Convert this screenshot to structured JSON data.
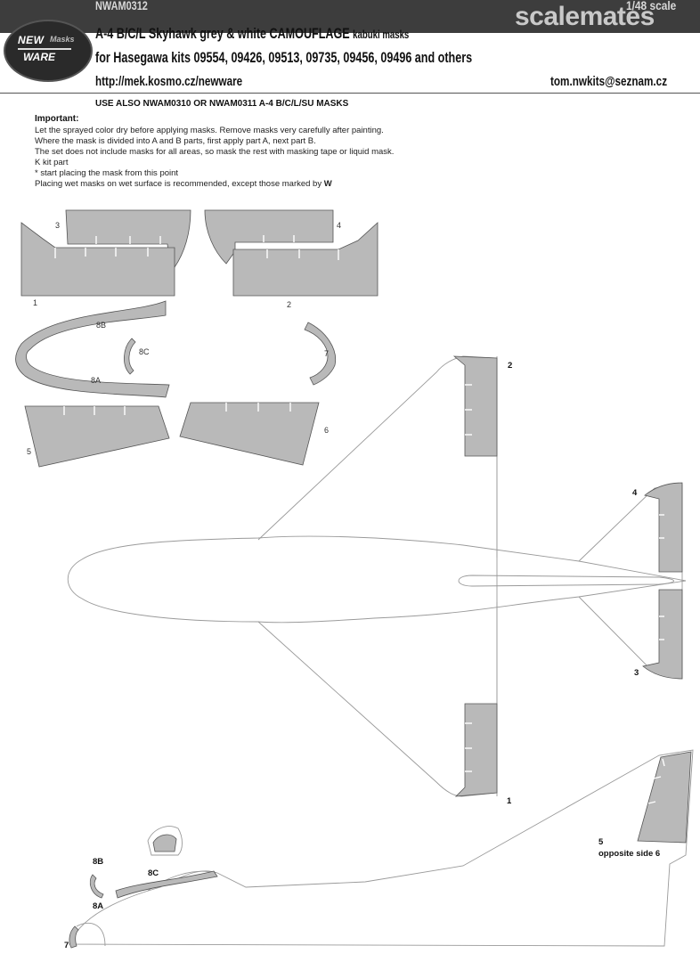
{
  "header": {
    "code": "NWAM0312",
    "scale": "1/48 scale",
    "brand": "scalemates",
    "title_main": "A-4 B/C/L Skyhawk grey & white CAMOUFLAGE",
    "title_small": "kabuki masks",
    "title_line2": "for Hasegawa kits 09554, 09426, 09513, 09735, 09456, 09496 and others",
    "url": "http://mek.kosmo.cz/newware",
    "email": "tom.nwkits@seznam.cz"
  },
  "logo": {
    "line1": "NEW",
    "line1b": "Masks",
    "line2": "WARE"
  },
  "use_also": "USE ALSO NWAM0310 OR NWAM0311 A-4 B/C/L/SU MASKS",
  "instructions": {
    "heading": "Important:",
    "lines": [
      "Let the sprayed color dry before applying masks. Remove masks very carefully after painting.",
      "Where the mask is divided into A and B parts, first apply part A, next part B.",
      "The set does not include masks for all areas, so mask the rest with masking tape or liquid mask.",
      "K kit part",
      "*  start placing the mask from this point",
      "Placing wet masks on wet surface is recommended, except those marked by"
    ],
    "wet_mark": "W"
  },
  "sheet_labels": {
    "m1": "1",
    "m2": "2",
    "m3": "3",
    "m4": "4",
    "m5": "5",
    "m6": "6",
    "m7": "7",
    "m8a": "8A",
    "m8b": "8B",
    "m8c": "8C"
  },
  "diagram_labels": {
    "d1": "1",
    "d2": "2",
    "d3": "3",
    "d4": "4",
    "d5": "5",
    "opposite": "opposite side 6",
    "d7": "7",
    "d8a": "8A",
    "d8b": "8B",
    "d8c": "8C"
  },
  "colors": {
    "mask_fill": "#b9b9b9",
    "top_bar": "#3d3d3d",
    "outline": "#9a9a9a"
  }
}
